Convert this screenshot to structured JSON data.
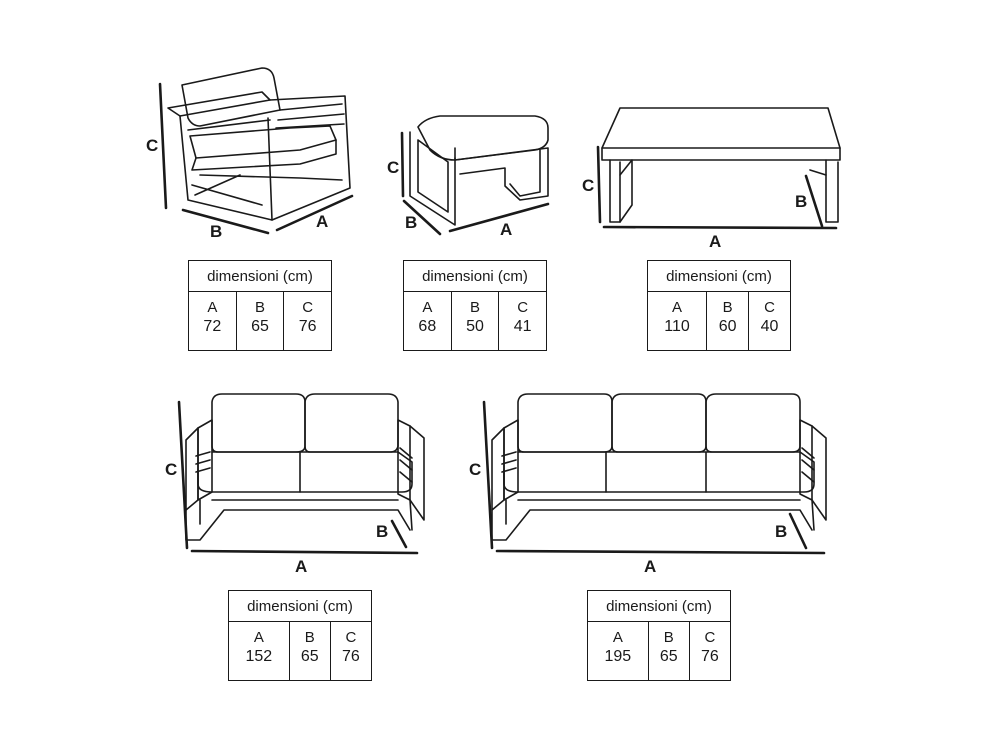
{
  "letters": {
    "a": "A",
    "b": "B",
    "c": "C"
  },
  "tables": [
    {
      "header": "dimensioni (cm)",
      "keys": [
        "A",
        "B",
        "C"
      ],
      "values": [
        "72",
        "65",
        "76"
      ]
    },
    {
      "header": "dimensioni (cm)",
      "keys": [
        "A",
        "B",
        "C"
      ],
      "values": [
        "68",
        "50",
        "41"
      ]
    },
    {
      "header": "dimensioni (cm)",
      "keys": [
        "A",
        "B",
        "C"
      ],
      "values": [
        "110",
        "60",
        "40"
      ]
    },
    {
      "header": "dimensioni (cm)",
      "keys": [
        "A",
        "B",
        "C"
      ],
      "values": [
        "152",
        "65",
        "76"
      ]
    },
    {
      "header": "dimensioni (cm)",
      "keys": [
        "A",
        "B",
        "C"
      ],
      "values": [
        "195",
        "65",
        "76"
      ]
    }
  ]
}
